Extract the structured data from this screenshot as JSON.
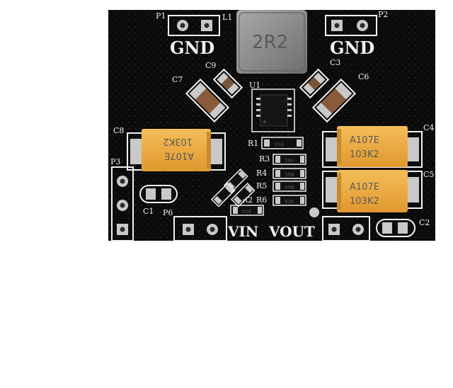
{
  "board": {
    "colors": {
      "pcb": "#0b0b0b",
      "silk": "#f2f2f2",
      "pad": "#c9c9c9",
      "tantalum": "#f0b04a",
      "inductor": "#8f8f8f"
    },
    "headers": [
      {
        "designator": "P1",
        "label": "GND"
      },
      {
        "designator": "P2",
        "label": "GND"
      },
      {
        "designator": "P3",
        "label": ""
      },
      {
        "designator": "P6",
        "label": ""
      }
    ],
    "bottom_labels": [
      "VIN",
      "VOUT"
    ],
    "inductor": {
      "designator": "L1",
      "marking": "2R2"
    },
    "ic": {
      "designator": "U1"
    },
    "tantalum_caps": [
      {
        "designator": "C8",
        "line1": "103K2",
        "line2": "A107E"
      },
      {
        "designator": "C4",
        "line1": "A107E",
        "line2": "103K2"
      },
      {
        "designator": "C5",
        "line1": "A107E",
        "line2": "103K2"
      }
    ],
    "ceramic_caps": [
      "C7",
      "C9",
      "C3",
      "C6",
      "C1",
      "C2"
    ],
    "resistors": [
      {
        "designator": "R1",
        "marking": "01E"
      },
      {
        "designator": "R3",
        "marking": "590"
      },
      {
        "designator": "R4",
        "marking": "55B"
      },
      {
        "designator": "R5",
        "marking": "85B"
      },
      {
        "designator": "R6",
        "marking": "93A"
      },
      {
        "designator": "R2",
        "marking": "01E"
      }
    ]
  }
}
